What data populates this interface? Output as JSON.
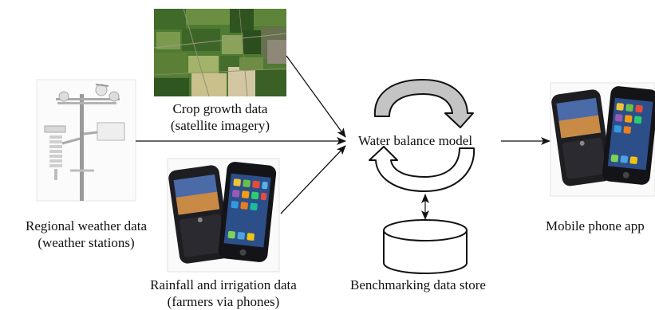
{
  "nodes": {
    "crop": {
      "line1": "Crop growth data",
      "line2": "(satellite imagery)"
    },
    "weather": {
      "line1": "Regional weather data",
      "line2": "(weather stations)"
    },
    "rainfall": {
      "line1": "Rainfall and irrigation data",
      "line2": "(farmers via phones)"
    },
    "model": {
      "label": "Water balance model"
    },
    "store": {
      "label": "Benchmarking data store"
    },
    "app": {
      "label": "Mobile phone app"
    }
  },
  "icons": {
    "satellite": "satellite-image-icon",
    "station": "weather-station-icon",
    "phones": "smartphones-icon",
    "cycle": "cycle-arrows-icon",
    "database": "database-cylinder-icon"
  },
  "colors": {
    "arrow": "#111111",
    "cycle_fill": "#c4c4c4",
    "field_green": "#4f7a33",
    "phone_dark": "#1e1e22"
  }
}
